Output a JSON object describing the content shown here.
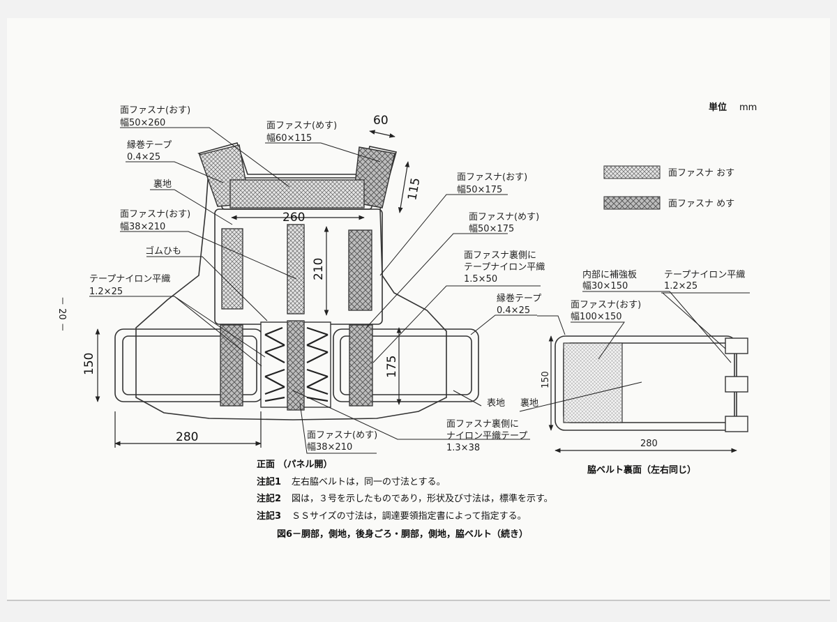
{
  "unit": {
    "label": "単位",
    "value": "mm"
  },
  "page_number": "－ 20 －",
  "legend": [
    {
      "text": "面ファスナ おす",
      "pattern": "male"
    },
    {
      "text": "面ファスナ めす",
      "pattern": "female"
    }
  ],
  "labels": {
    "male_50x260_a": "面ファスナ(おす)",
    "male_50x260_b": "幅50×260",
    "female_60x115_a": "面ファスナ(めす)",
    "female_60x115_b": "幅60×115",
    "edge_tape_a": "縁巻テープ",
    "edge_tape_b": "0.4×25",
    "lining": "裏地",
    "male_38x210_a": "面ファスナ(おす)",
    "male_38x210_b": "幅38×210",
    "rubber": "ゴムひも",
    "tape_nylon_a": "テープナイロン平織",
    "tape_nylon_b": "1.2×25",
    "male_50x175_a": "面ファスナ(おす)",
    "male_50x175_b": "幅50×175",
    "female_50x175_a": "面ファスナ(めす)",
    "female_50x175_b": "幅50×175",
    "back_tape_a": "面ファスナ裏側に",
    "back_tape_b": "テープナイロン平織",
    "back_tape_c": "1.5×50",
    "edge_tape2_a": "縁巻テープ",
    "edge_tape2_b": "0.4×25",
    "outer": "表地",
    "lining2": "裏地",
    "female_38x210_a": "面ファスナ(めす)",
    "female_38x210_b": "幅38×210",
    "back_tape2_a": "面ファスナ裏側に",
    "back_tape2_b": "ナイロン平織テープ",
    "back_tape2_c": "1.3×38",
    "inner_plate_a": "内部に補強板",
    "inner_plate_b": "幅30×150",
    "tape_nylon2_a": "テープナイロン平織",
    "tape_nylon2_b": "1.2×25",
    "male_100x150_a": "面ファスナ(おす)",
    "male_100x150_b": "幅100×150"
  },
  "dimensions": {
    "d60": "60",
    "d115": "115",
    "d260": "260",
    "d210": "210",
    "d150": "150",
    "d175": "175",
    "d280": "280",
    "r150": "150",
    "r280": "280"
  },
  "captions": {
    "front": "正面 （パネル開）",
    "side": "脇ベルト裏面（左右同じ）"
  },
  "notes": [
    {
      "head": "注記1",
      "text": "左右脇ベルトは，同一の寸法とする。"
    },
    {
      "head": "注記2",
      "text": "図は，３号を示したものであり，形状及び寸法は，標準を示す。"
    },
    {
      "head": "注記3",
      "text": "ＳＳサイズの寸法は，調達要領指定書によって指定する。"
    }
  ],
  "figure_title": "図6－胴部，側地，後身ごろ・胴部，側地，脇ベルト（続き）"
}
